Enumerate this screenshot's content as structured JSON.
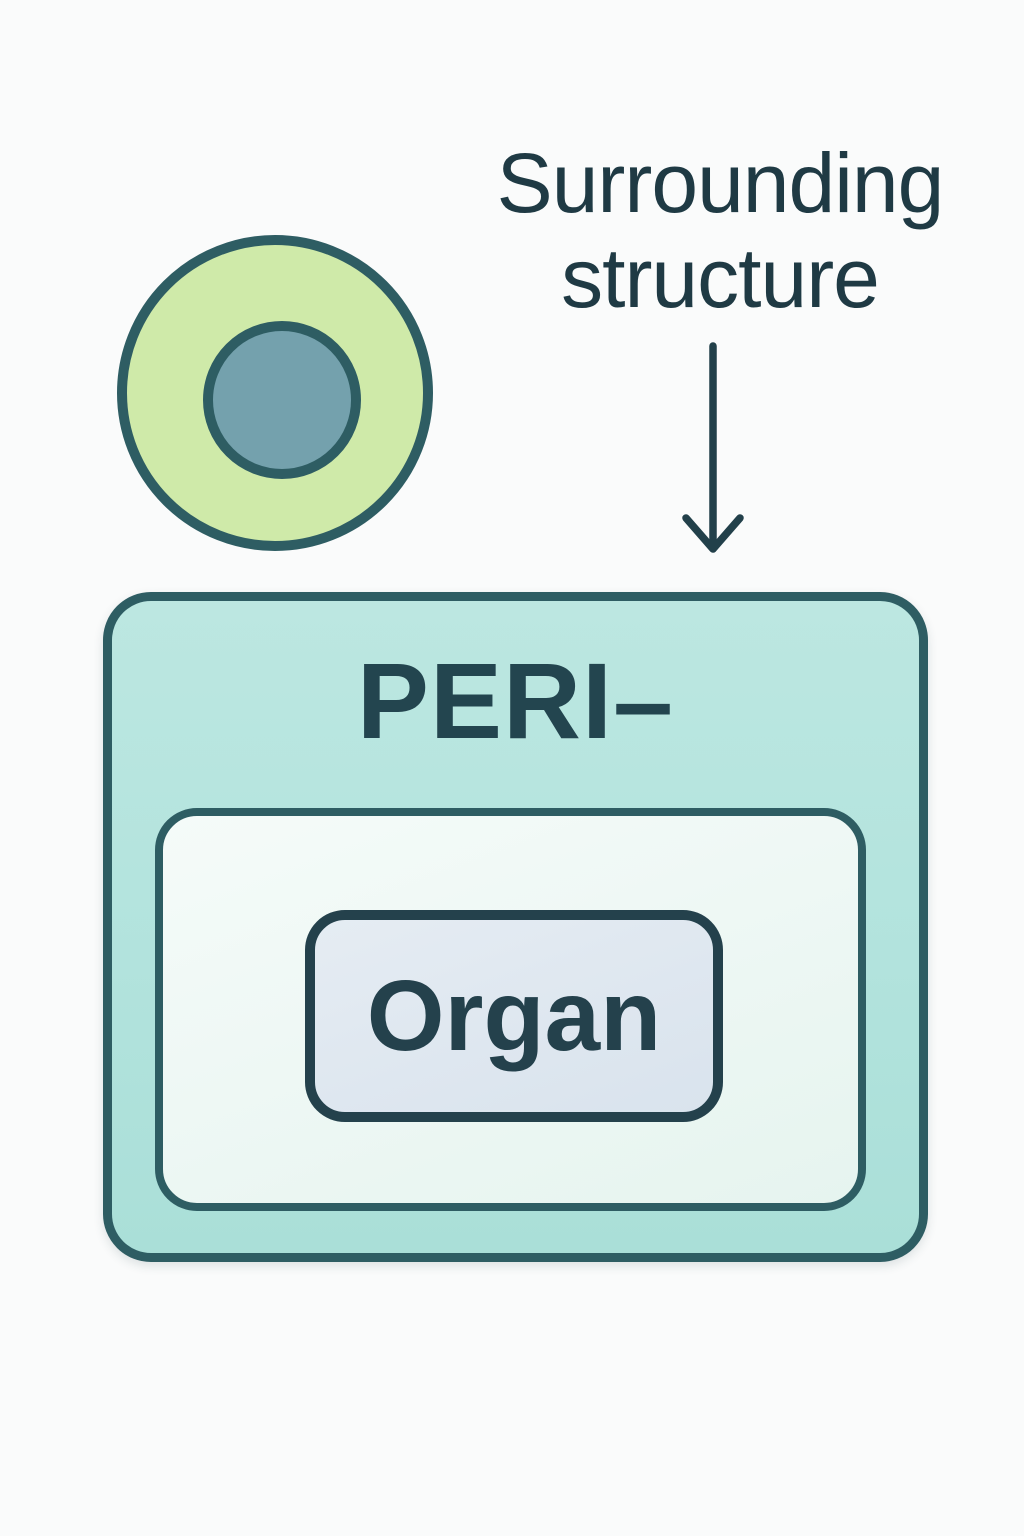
{
  "diagram": {
    "title": "Surrounding structure",
    "prefix_label": "PERI–",
    "organ_label": "Organ",
    "icons": {
      "arrow": "down-arrow-icon",
      "legend": "ring-circle-icon"
    },
    "colors": {
      "page_bg": "#fafbfb",
      "outline": "#2e5d63",
      "text": "#1f3a44",
      "label_text": "#23454f",
      "outer_fill": "#b2e3dd",
      "inner_fill_top": "#f5fbf9",
      "inner_fill_bottom": "#e6f4ef",
      "organ_fill_top": "#e5ecf3",
      "organ_fill_bottom": "#d9e3ed",
      "organ_outline": "#24414c",
      "ring_fill": "#cfeaa9",
      "core_fill": "#74a1ad"
    }
  }
}
